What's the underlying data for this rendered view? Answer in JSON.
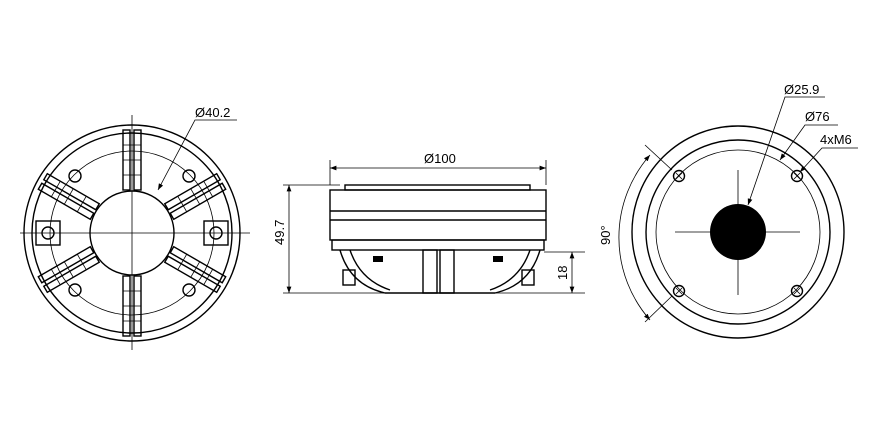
{
  "front_view": {
    "hub_diameter": "Ø40.2"
  },
  "side_view": {
    "outer_diameter": "Ø100",
    "height": "49.7",
    "flange_height": "18"
  },
  "rear_view": {
    "throat_diameter": "Ø25.9",
    "bolt_circle": "Ø76",
    "bolts": "4xM6",
    "angle": "90°"
  },
  "colors": {
    "line": "#000000",
    "background": "#ffffff"
  }
}
